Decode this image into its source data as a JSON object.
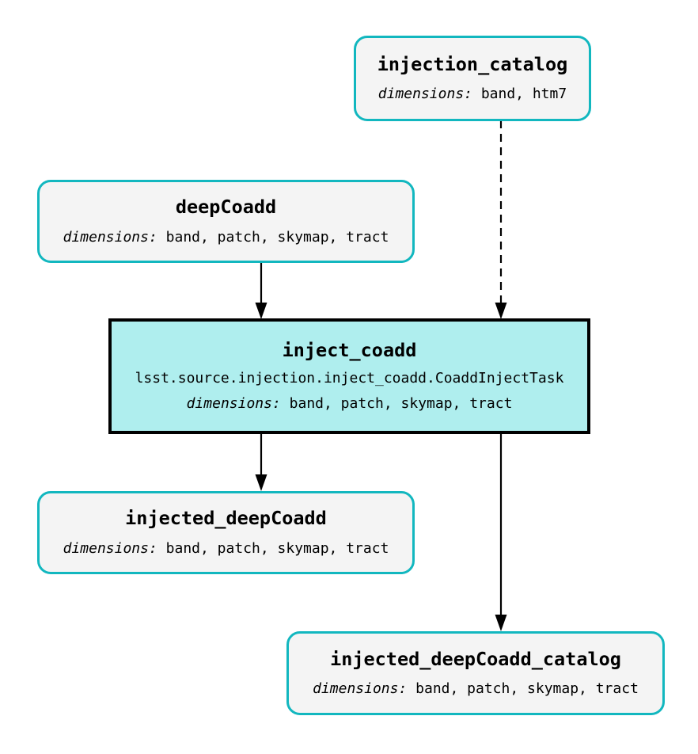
{
  "colors": {
    "teal_border": "#12b7bf",
    "task_fill": "#afeeee",
    "dataset_fill": "#f4f4f4",
    "edge_color": "#000000",
    "background": "#ffffff"
  },
  "nodes": {
    "injection_catalog": {
      "type": "dataset",
      "title": "injection_catalog",
      "dimensions_label": "dimensions:",
      "dimensions": "band, htm7"
    },
    "deepCoadd": {
      "type": "dataset",
      "title": "deepCoadd",
      "dimensions_label": "dimensions:",
      "dimensions": "band, patch, skymap, tract"
    },
    "inject_coadd": {
      "type": "task",
      "title": "inject_coadd",
      "task_class": "lsst.source.injection.inject_coadd.CoaddInjectTask",
      "dimensions_label": "dimensions:",
      "dimensions": "band, patch, skymap, tract"
    },
    "injected_deepCoadd": {
      "type": "dataset",
      "title": "injected_deepCoadd",
      "dimensions_label": "dimensions:",
      "dimensions": "band, patch, skymap, tract"
    },
    "injected_deepCoadd_catalog": {
      "type": "dataset",
      "title": "injected_deepCoadd_catalog",
      "dimensions_label": "dimensions:",
      "dimensions": "band, patch, skymap, tract"
    }
  },
  "edges": [
    {
      "from": "injection_catalog",
      "to": "inject_coadd",
      "style": "dashed"
    },
    {
      "from": "deepCoadd",
      "to": "inject_coadd",
      "style": "solid"
    },
    {
      "from": "inject_coadd",
      "to": "injected_deepCoadd",
      "style": "solid"
    },
    {
      "from": "inject_coadd",
      "to": "injected_deepCoadd_catalog",
      "style": "solid"
    }
  ]
}
